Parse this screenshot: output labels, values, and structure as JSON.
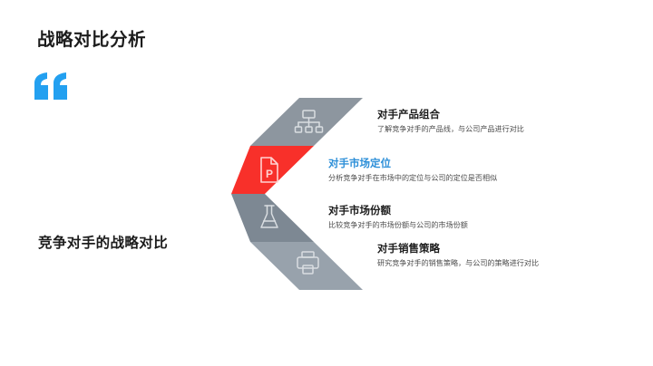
{
  "slide": {
    "title": "战略对比分析",
    "subtitle": "竞争对手的战略对比",
    "quote_glyph": "“",
    "colors": {
      "accent_blue": "#2d8fd8",
      "quote_blue": "#23a0f0",
      "highlight_red": "#f8302a",
      "band_gray_1": "#8d969f",
      "band_gray_2": "#7d8893",
      "band_gray_3": "#98a2ac",
      "text_dark": "#1c1c1c",
      "text_body": "#4c4c4c",
      "background": "#ffffff"
    }
  },
  "chevron": {
    "name": "four-band-left-chevron",
    "bands": [
      {
        "icon": "org-chart-icon",
        "fill": "#8d969f",
        "highlight": false
      },
      {
        "icon": "presentation-file-icon",
        "fill": "#f8302a",
        "highlight": true
      },
      {
        "icon": "flask-icon",
        "fill": "#7d8893",
        "highlight": false
      },
      {
        "icon": "printer-icon",
        "fill": "#98a2ac",
        "highlight": false
      }
    ]
  },
  "items": [
    {
      "title": "对手产品组合",
      "desc": "了解竞争对手的产品线，与公司产品进行对比",
      "accent": false
    },
    {
      "title": "对手市场定位",
      "desc": "分析竞争对手在市场中的定位与公司的定位是否相似",
      "accent": true
    },
    {
      "title": "对手市场份额",
      "desc": "比较竞争对手的市场份额与公司的市场份额",
      "accent": false
    },
    {
      "title": "对手销售策略",
      "desc": "研究竞争对手的销售策略，与公司的策略进行对比",
      "accent": false
    }
  ]
}
